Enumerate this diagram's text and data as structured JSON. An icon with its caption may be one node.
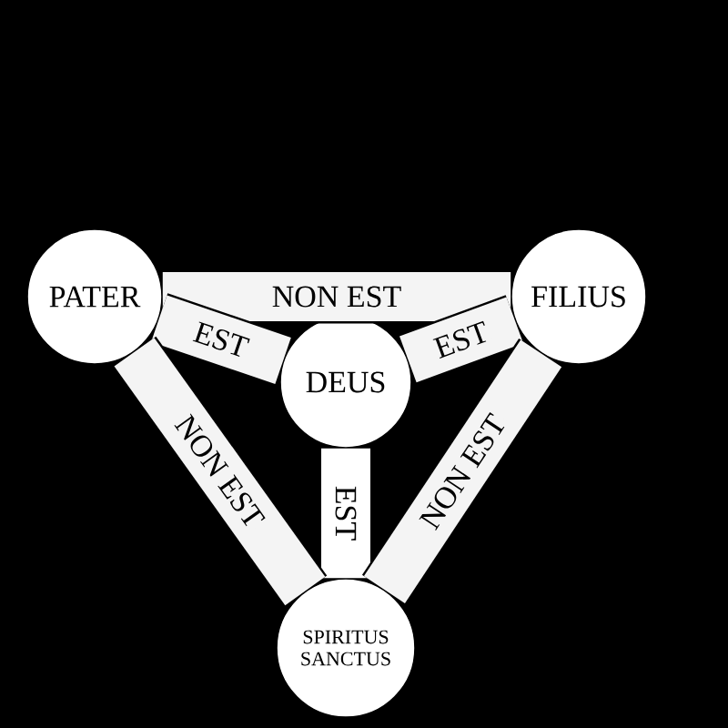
{
  "diagram": {
    "nodes": [
      {
        "text": [
          "PATER"
        ]
      },
      {
        "text": [
          "FILIUS"
        ]
      },
      {
        "text": [
          "DEUS"
        ]
      },
      {
        "text": [
          "SPIRITUS SANCTUS"
        ]
      }
    ],
    "edges": [
      {
        "from": 0,
        "to": 1,
        "arrow": "none",
        "label": "NON EST"
      },
      {
        "from": 0,
        "to": 2,
        "arrow": "none",
        "label": "EST"
      },
      {
        "from": 1,
        "to": 2,
        "arrow": "none",
        "label": "EST"
      },
      {
        "from": 2,
        "to": 3,
        "arrow": "none",
        "label": "EST",
        "color": "#ffffff"
      },
      {
        "from": 0,
        "to": 3,
        "arrow": "none",
        "label": "NON EST"
      },
      {
        "from": 1,
        "to": 3,
        "arrow": "none",
        "label": "NON EST"
      }
    ]
  }
}
